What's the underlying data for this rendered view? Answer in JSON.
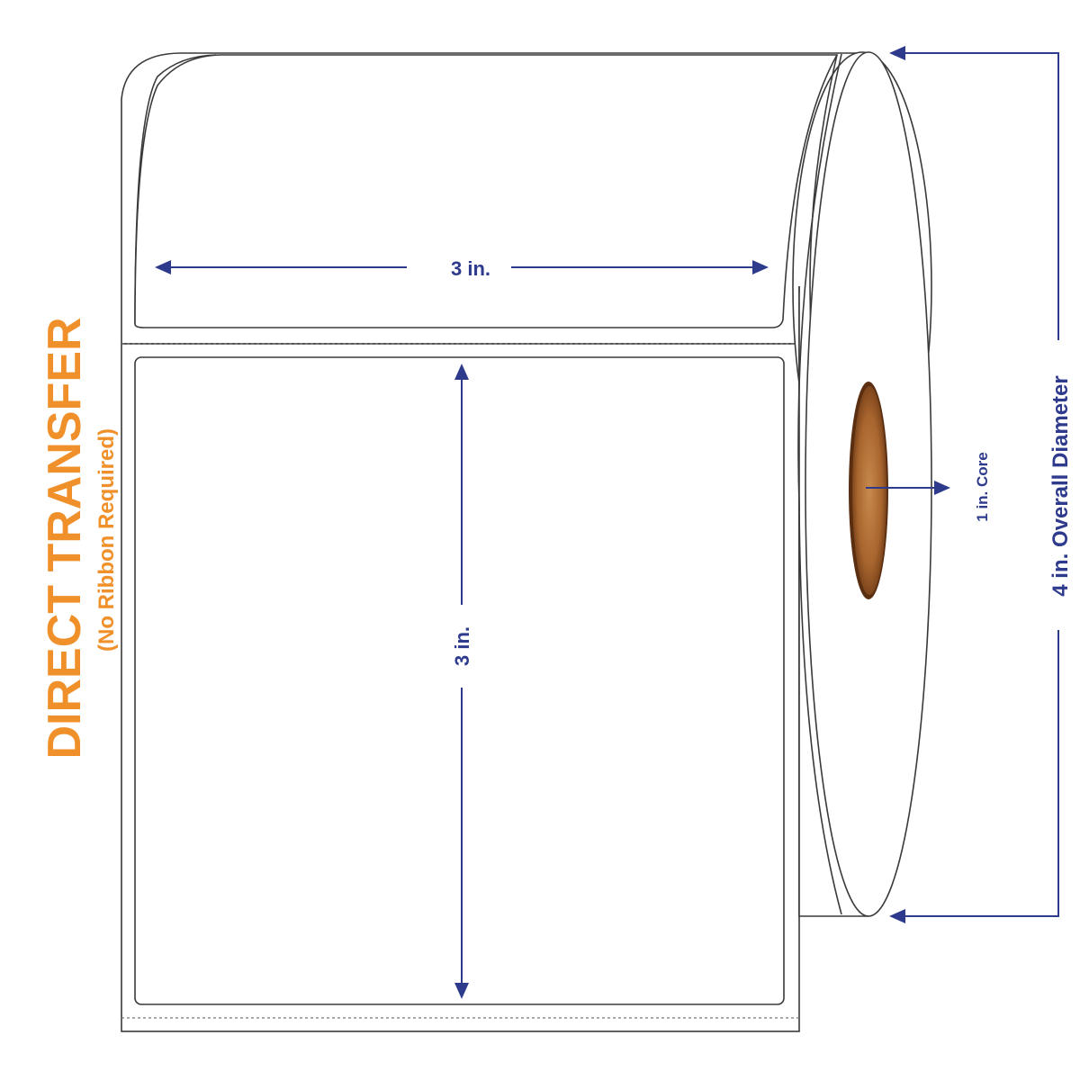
{
  "title": {
    "main": "DIRECT TRANSFER",
    "sub": "(No Ribbon Required)"
  },
  "dimensions": {
    "label_width": "3 in.",
    "label_height": "3 in.",
    "core": "1 in. Core",
    "overall_diameter": "4 in. Overall Diameter"
  },
  "colors": {
    "title": "#f0902a",
    "dimension": "#2e3a8c",
    "core_light": "#c88a4c",
    "core_dark": "#6e3a16"
  }
}
